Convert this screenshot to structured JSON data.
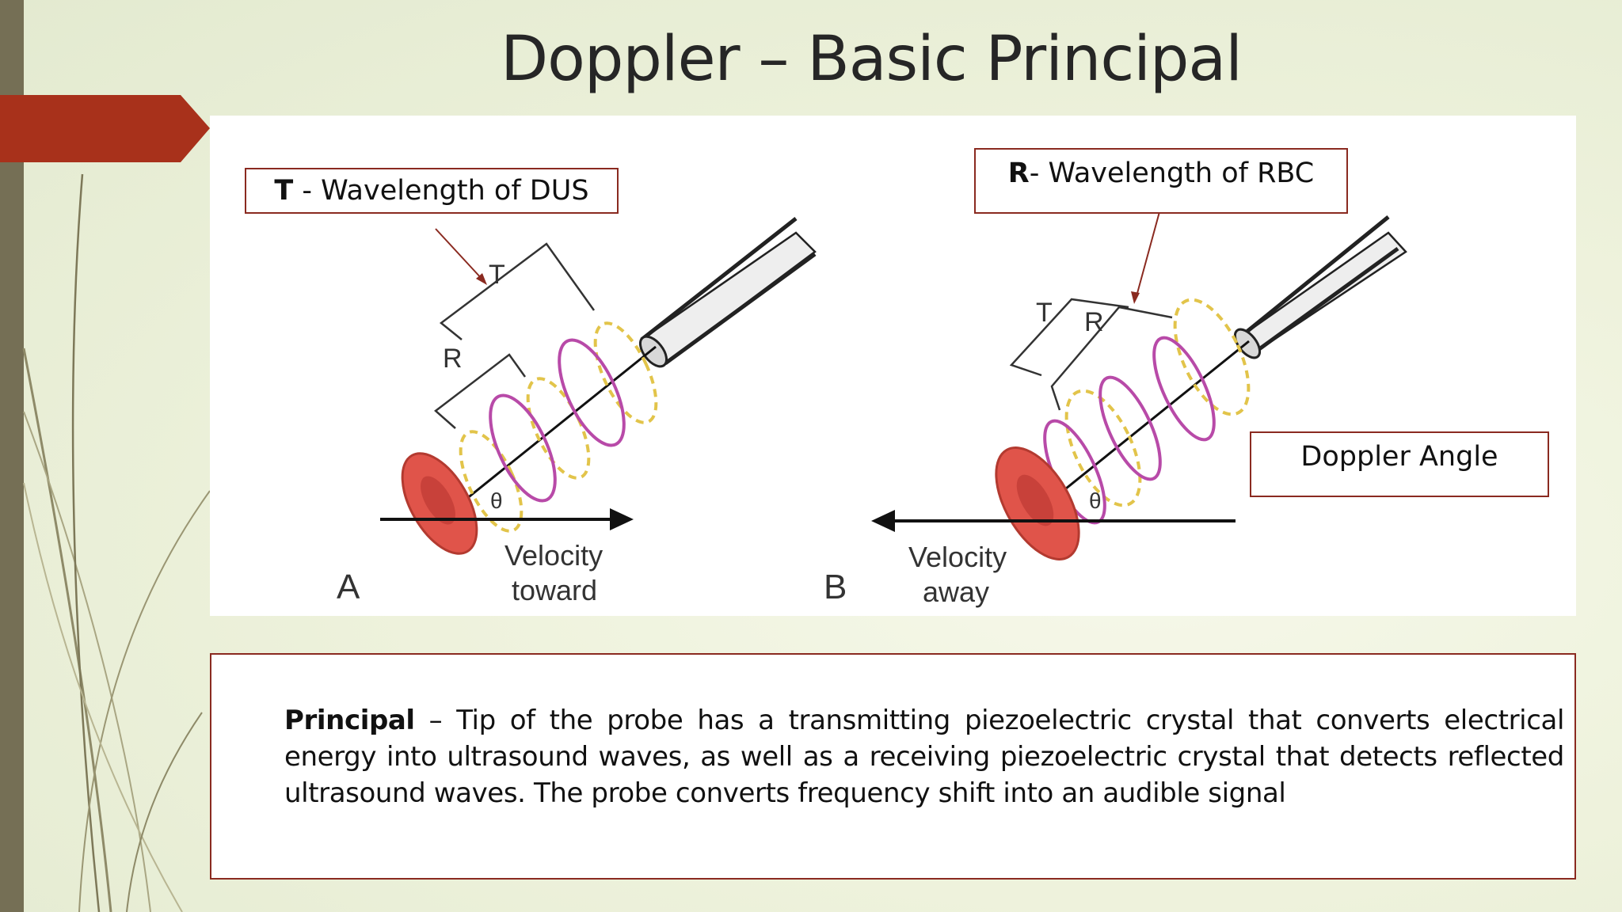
{
  "slide": {
    "title": "Doppler – Basic Principal",
    "labels": {
      "t_key": "T",
      "t_text": " - Wavelength of DUS",
      "r_key": "R",
      "r_text": "- Wavelength of RBC",
      "angle_text": "Doppler Angle"
    },
    "diagram": {
      "panel_a": {
        "letter": "A",
        "t_mark": "T",
        "r_mark": "R",
        "theta": "θ",
        "velocity_line1": "Velocity",
        "velocity_line2": "toward"
      },
      "panel_b": {
        "letter": "B",
        "t_mark": "T",
        "r_mark": "R",
        "theta": "θ",
        "velocity_line1": "Velocity",
        "velocity_line2": "away"
      }
    },
    "description": {
      "term": "Principal",
      "text": " – Tip of the probe has a transmitting piezoelectric crystal that converts electrical energy into ultrasound waves, as well as a receiving piezoelectric crystal that detects reflected ultrasound waves. The probe converts frequency shift into an audible signal"
    },
    "colors": {
      "accent": "#a8311b",
      "border": "#8a2a20",
      "sidebar": "#756f55",
      "wave_reflected": "#b84aa8",
      "wave_transmitted": "#e2c44a",
      "rbc": "#e0544a"
    }
  }
}
